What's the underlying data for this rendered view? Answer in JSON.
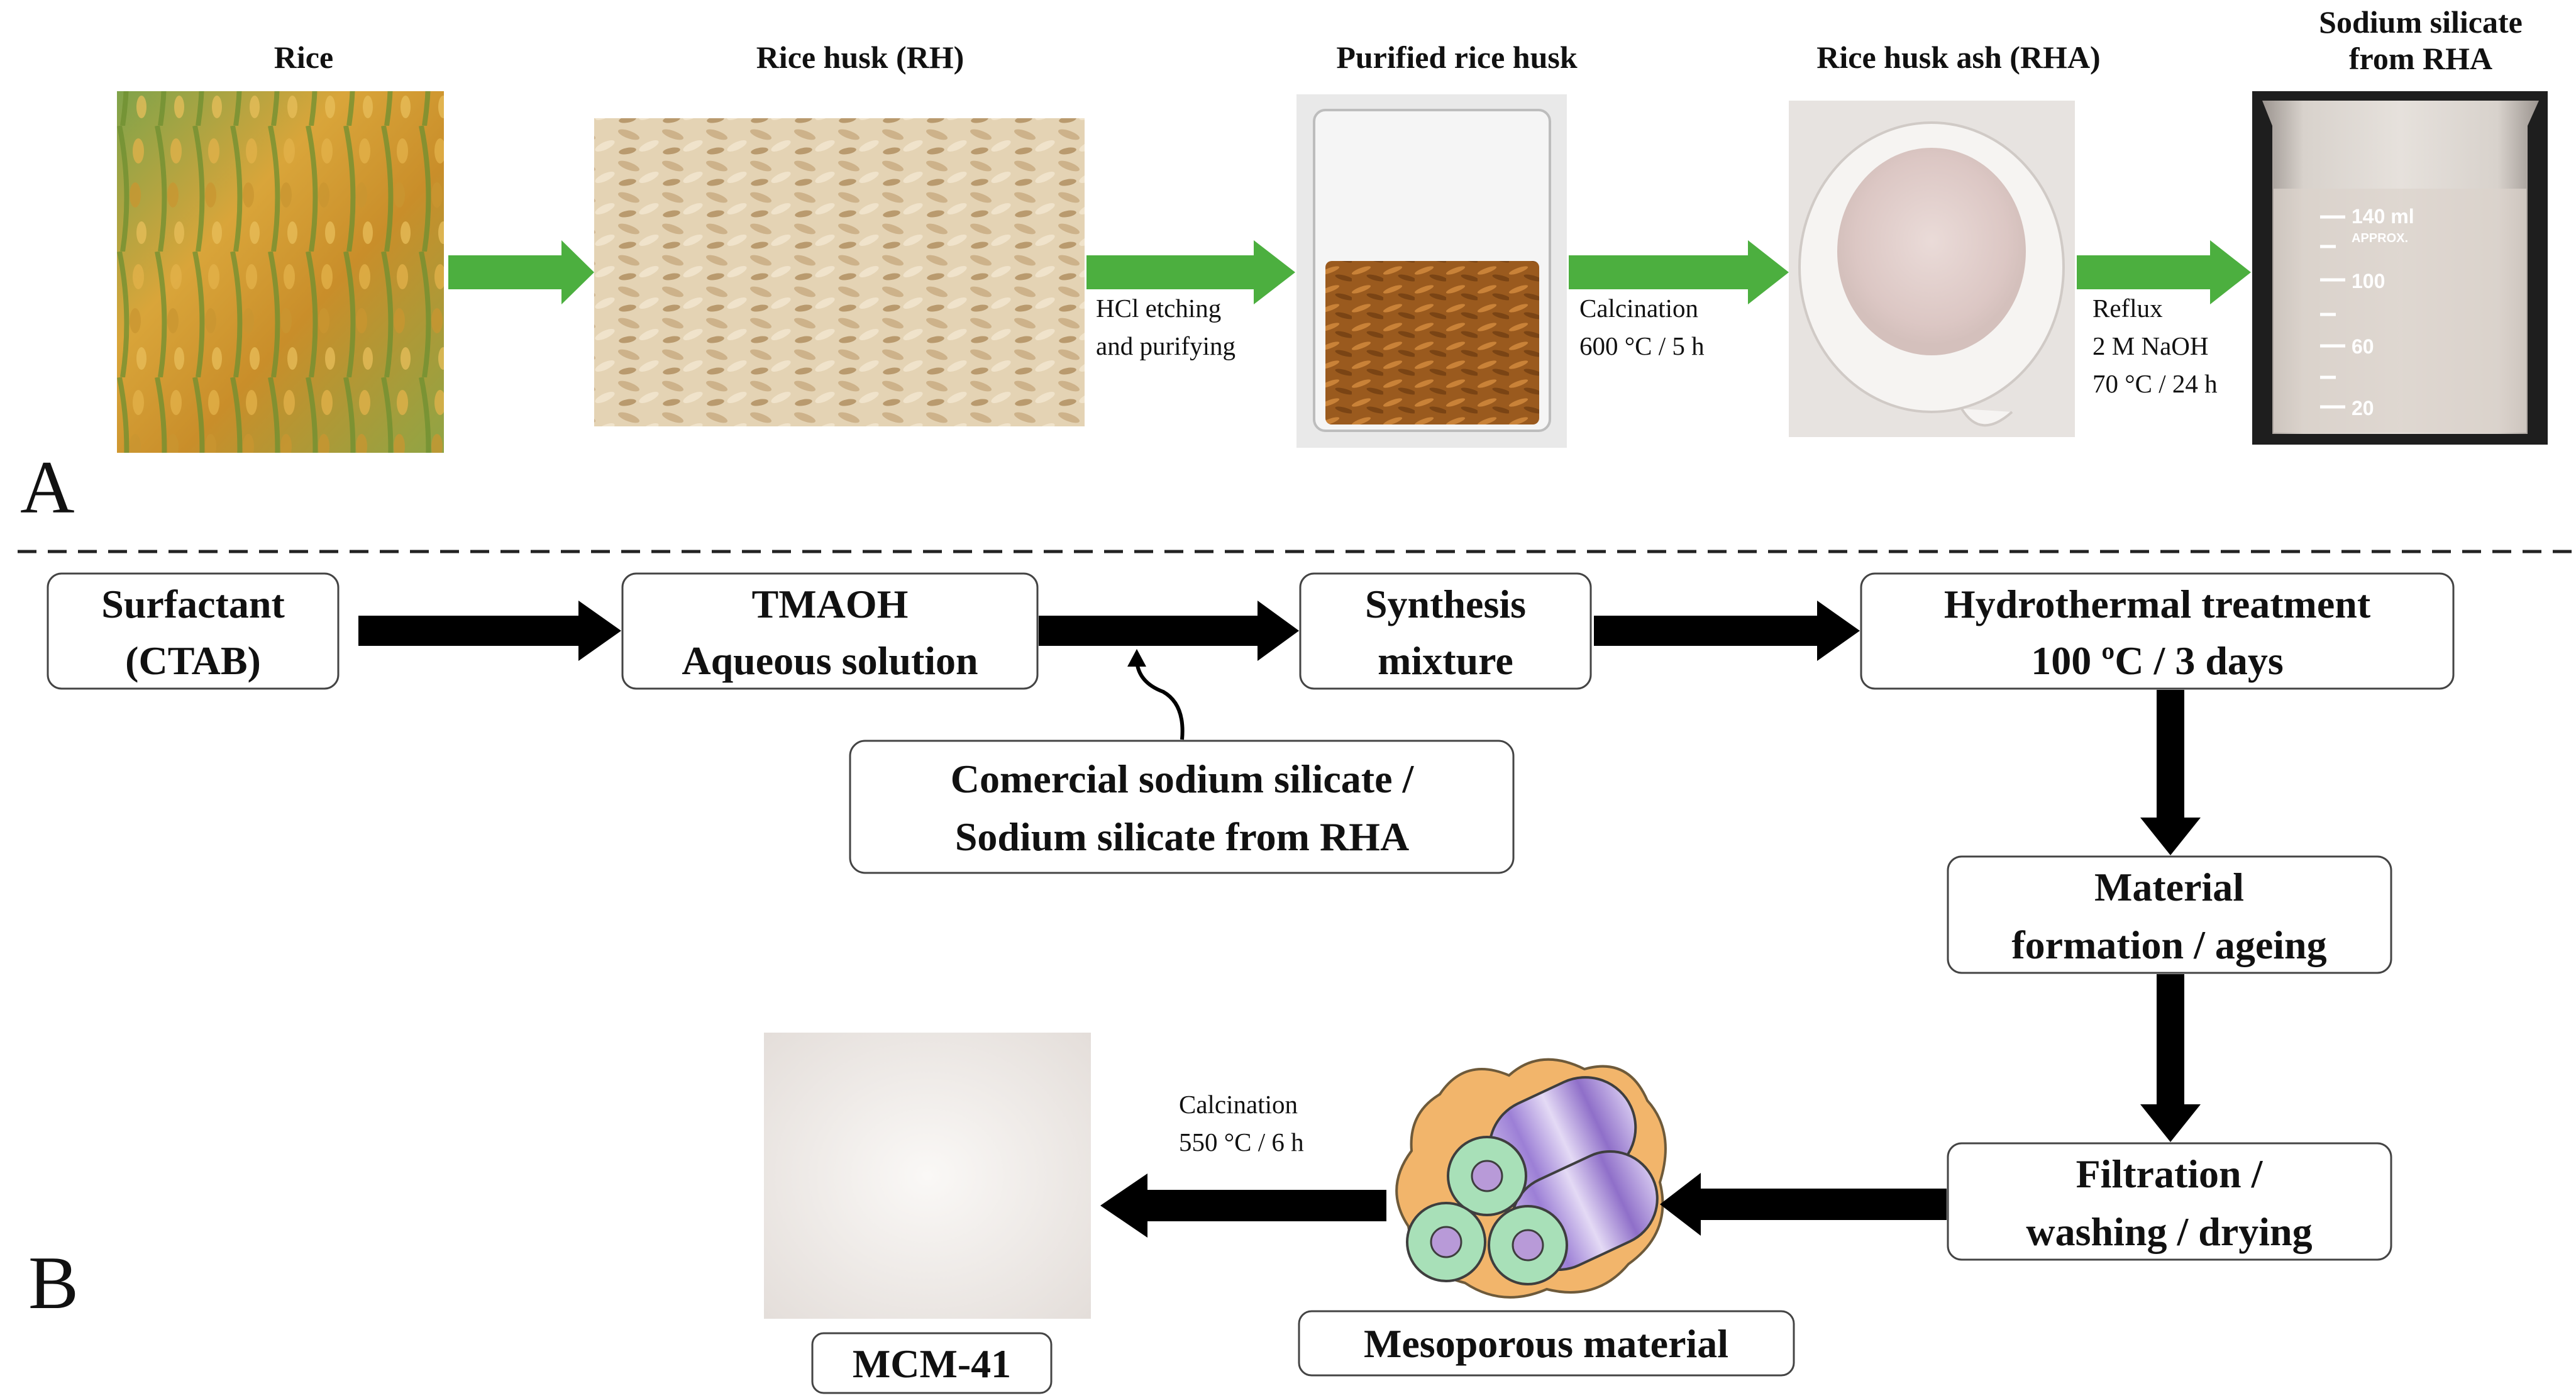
{
  "panel_a": {
    "letter": "A",
    "stages": [
      {
        "label_lines": [
          "Rice"
        ]
      },
      {
        "label_lines": [
          "Rice husk (RH)"
        ]
      },
      {
        "label_lines": [
          "Purified rice husk"
        ]
      },
      {
        "label_lines": [
          "Rice husk ash (RHA)"
        ]
      },
      {
        "label_lines": [
          "Sodium silicate",
          "from RHA"
        ]
      }
    ],
    "conditions": [
      {
        "lines": [
          "HCl etching",
          "and purifying"
        ]
      },
      {
        "lines": [
          "Calcination",
          "600 °C / 5 h"
        ]
      },
      {
        "lines": [
          "Reflux",
          "2 M NaOH",
          "70 °C / 24 h"
        ]
      }
    ],
    "beaker_marks": [
      "140 ml",
      "APPROX.",
      "100",
      "60",
      "20"
    ]
  },
  "panel_b": {
    "letter": "B",
    "boxes": {
      "surfactant": [
        "Surfactant",
        "(CTAB)"
      ],
      "tmaoh": [
        "TMAOH",
        "Aqueous solution"
      ],
      "synthesis": [
        "Synthesis",
        "mixture"
      ],
      "hydrothermal": [
        "Hydrothermal treatment",
        "100 ºC / 3 days"
      ],
      "silicate": [
        "Comercial sodium silicate /",
        "Sodium silicate from RHA"
      ],
      "formation": [
        "Material",
        "formation / ageing"
      ],
      "filtration": [
        "Filtration /",
        "washing / drying"
      ],
      "mesoporous": [
        "Mesoporous material"
      ],
      "mcm": [
        "MCM-41"
      ]
    },
    "calcination": [
      "Calcination",
      "550 °C / 6 h"
    ]
  },
  "colors": {
    "green_arrow": "#4CAF3F",
    "black_arrow": "#000000",
    "box_border": "#444444",
    "rice_gold": "#D9A53A",
    "rice_green": "#5C8A2E",
    "husk_beige": "#D9C6A4",
    "ash_pink": "#E8D8D4",
    "mesoporous_orange": "#F2B56B"
  }
}
